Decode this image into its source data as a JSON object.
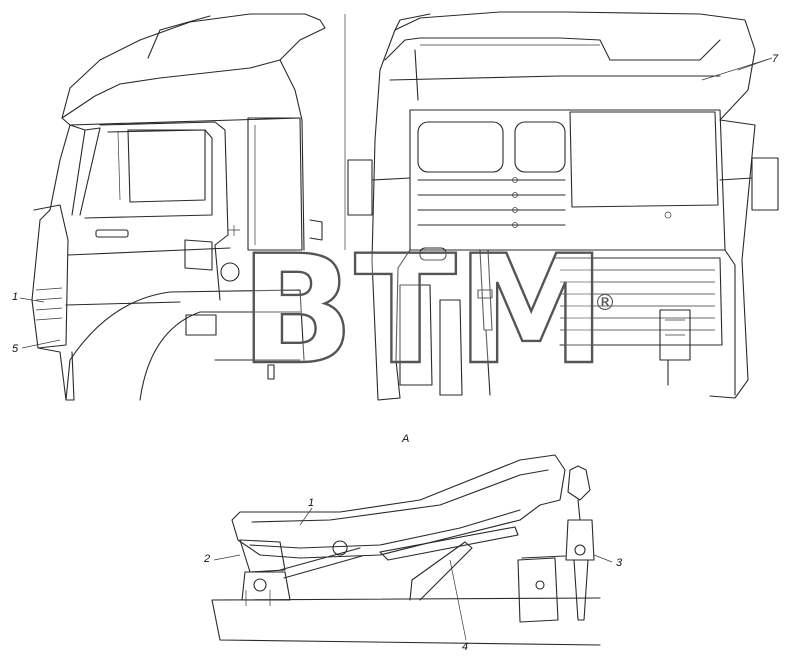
{
  "labels": {
    "side_1": "1",
    "side_5": "5",
    "rear_7": "7",
    "view_a": "A",
    "detail_1": "1",
    "detail_2": "2",
    "detail_3": "3",
    "detail_4": "4"
  },
  "watermark": {
    "text": "BTM",
    "registered": "®"
  },
  "colors": {
    "line": "#2a2a2a",
    "background": "#ffffff",
    "watermark_stroke": "#555555"
  }
}
